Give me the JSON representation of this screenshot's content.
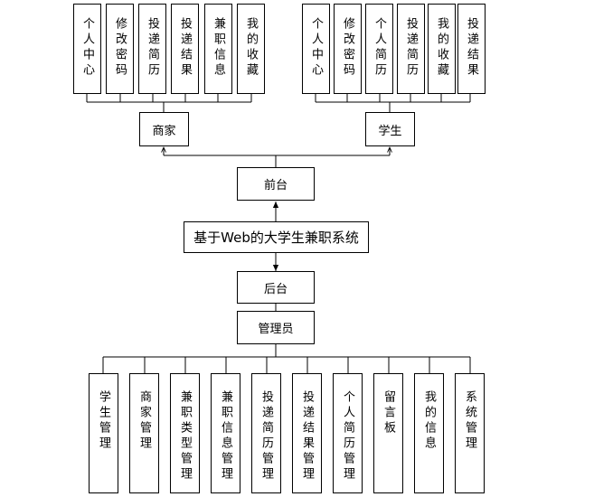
{
  "root": {
    "label": "基于Web的大学生兼职系统"
  },
  "frontend": {
    "label": "前台"
  },
  "backend": {
    "label": "后台"
  },
  "admin": {
    "label": "管理员"
  },
  "merchant": {
    "label": "商家",
    "items": [
      "个人中心",
      "修改密码",
      "投递简历",
      "投递结果",
      "兼职信息",
      "我的收藏"
    ]
  },
  "student": {
    "label": "学生",
    "items": [
      "个人中心",
      "修改密码",
      "个人简历",
      "投递简历",
      "我的收藏",
      "投递结果"
    ]
  },
  "admin_modules": {
    "items": [
      "学生管理",
      "商家管理",
      "兼职类型管理",
      "兼职信息管理",
      "投递简历管理",
      "投递结果管理",
      "个人简历管理",
      "留言板",
      "我的信息",
      "系统管理"
    ]
  }
}
